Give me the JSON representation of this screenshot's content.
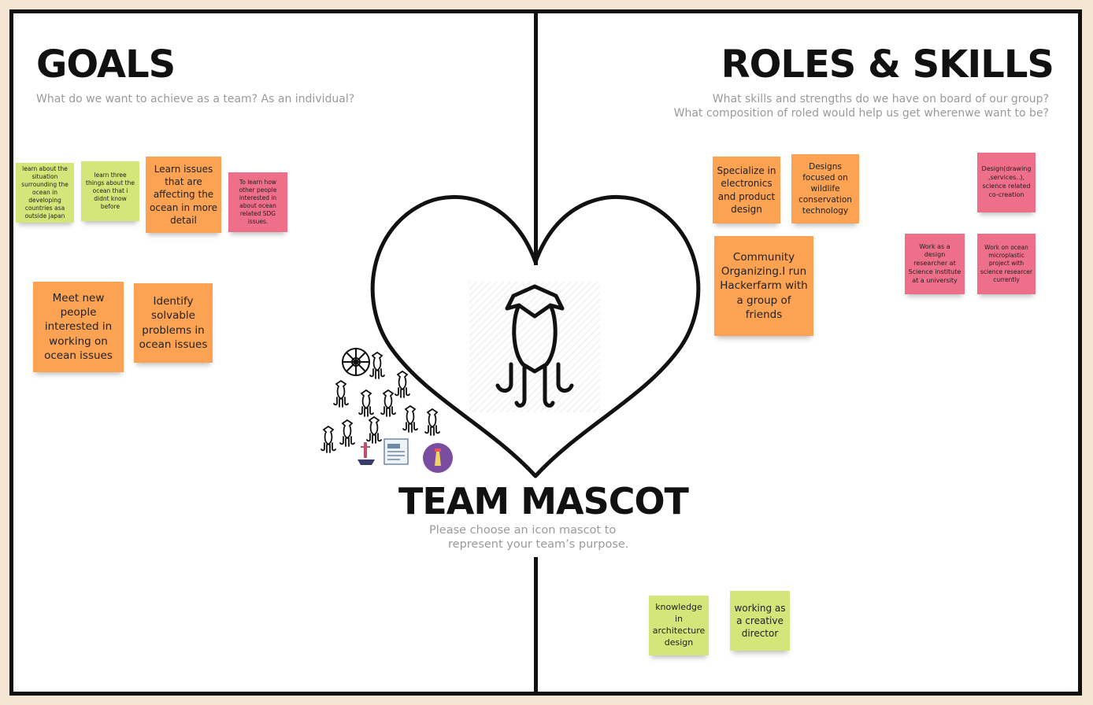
{
  "goals": {
    "title": "GOALS",
    "subtitle": "What do we want to achieve as a team? As an individual?",
    "notes": [
      {
        "text": "learn about the situation surrounding the ocean in developing countries asa outside japan",
        "color": "green"
      },
      {
        "text": "learn three things about the ocean that i didnt know before",
        "color": "green"
      },
      {
        "text": "Learn issues that are affecting the ocean in more detail",
        "color": "orange"
      },
      {
        "text": "To learn how other people interested in about ocean related SDG issues.",
        "color": "pink"
      },
      {
        "text": "Meet new people interested in working on ocean issues",
        "color": "orange"
      },
      {
        "text": "Identify solvable problems in ocean issues",
        "color": "orange"
      }
    ]
  },
  "roles": {
    "title": "ROLES & SKILLS",
    "subtitle_line1": "What skills and strengths do we have on board of our group?",
    "subtitle_line2": "What composition of roled would help us get wherenwe want to be?",
    "notes": [
      {
        "text": "Specialize in electronics and product design",
        "color": "orange"
      },
      {
        "text": "Designs focused on wildlife conservation technology",
        "color": "orange"
      },
      {
        "text": "Design(drawing ,services..), science related co-creation",
        "color": "pink"
      },
      {
        "text": "Community Organizing.I run Hackerfarm with a group of friends",
        "color": "orange"
      },
      {
        "text": "Work as a design researcher at Science institute at a university",
        "color": "pink"
      },
      {
        "text": "Work on ocean microplastic project with science researcer currently",
        "color": "pink"
      },
      {
        "text": "knowledge in architecture design",
        "color": "green"
      },
      {
        "text": "working as a creative director",
        "color": "green"
      }
    ]
  },
  "mascot": {
    "title": "TEAM MASCOT",
    "subtitle_line1": "Please choose an icon mascot to",
    "subtitle_line2": "represent your team’s purpose.",
    "icon": "squid-icon"
  },
  "colors": {
    "green": "#d4e57a",
    "orange": "#fca253",
    "pink": "#ee6f8a",
    "frame": "#111111",
    "background": "#f5e6d3"
  }
}
